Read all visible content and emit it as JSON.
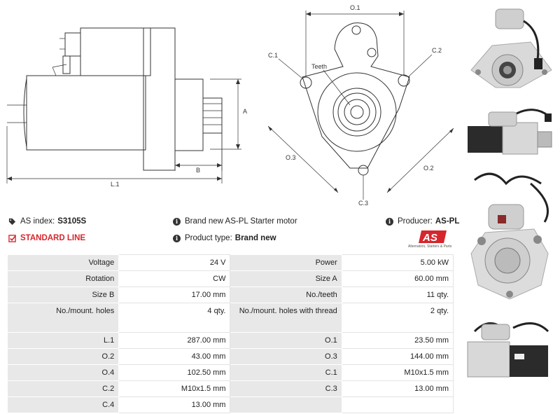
{
  "drawing": {
    "labels": {
      "o1": "O.1",
      "c1": "C.1",
      "c2": "C.2",
      "teeth": "Teeth",
      "o3": "O.3",
      "o2": "O.2",
      "c3": "C.3",
      "a": "A",
      "b": "B",
      "l1": "L.1"
    }
  },
  "info": {
    "as_index_label": "AS index:",
    "as_index_value": "S3105S",
    "standard_line": "STANDARD LINE",
    "brand_new_text": "Brand new AS-PL Starter motor",
    "product_type_label": "Product type:",
    "product_type_value": "Brand new",
    "producer_label": "Producer:",
    "producer_value": "AS-PL",
    "logo_text": "AS",
    "logo_subtitle": "Alternators, Starters & Parts"
  },
  "specs": [
    [
      "Voltage",
      "24 V",
      "Power",
      "5.00 kW"
    ],
    [
      "Rotation",
      "CW",
      "Size A",
      "60.00 mm"
    ],
    [
      "Size B",
      "17.00 mm",
      "No./teeth",
      "11 qty."
    ],
    [
      "No./mount. holes",
      "4 qty.",
      "No./mount. holes with thread",
      "2 qty."
    ],
    [
      "L.1",
      "287.00 mm",
      "O.1",
      "23.50 mm"
    ],
    [
      "O.2",
      "43.00 mm",
      "O.3",
      "144.00 mm"
    ],
    [
      "O.4",
      "102.50 mm",
      "C.1",
      "M10x1.5 mm"
    ],
    [
      "C.2",
      "M10x1.5 mm",
      "C.3",
      "13.00 mm"
    ],
    [
      "C.4",
      "13.00 mm",
      "",
      ""
    ]
  ],
  "colors": {
    "brand_red": "#d6262d",
    "key_bg": "#e8e8e8",
    "motor_grey": "#d8d8d8",
    "motor_dark": "#2b2b2b"
  }
}
